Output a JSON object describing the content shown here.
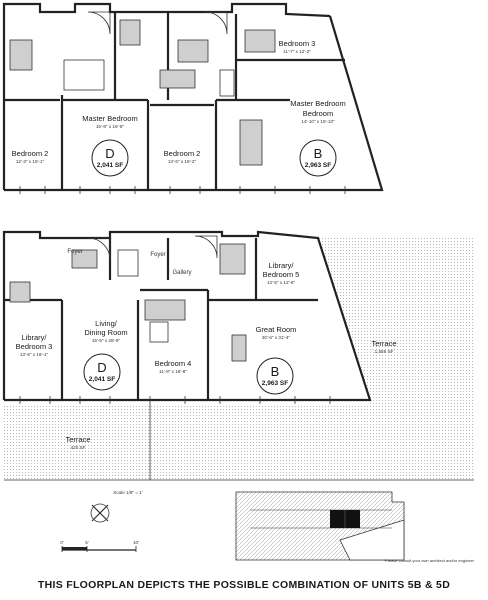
{
  "upper_plan": {
    "rooms": [
      {
        "id": "bedroom-2-left",
        "name": "Bedroom 2",
        "dims": "12'-3\" x 15'-1\""
      },
      {
        "id": "master-bedroom-d",
        "name": "Master Bedroom",
        "dims": "15'-8\" x 16'-8\""
      },
      {
        "id": "bedroom-2-right",
        "name": "Bedroom 2",
        "dims": "13'-6\" x 16'-2\""
      },
      {
        "id": "bedroom-3-top",
        "name": "Bedroom 3",
        "dims": "11'-7\" x 12'-2\""
      },
      {
        "id": "master-bedroom-b",
        "name": "Master Bedroom",
        "dims": "14'-10\" x 15'-10\""
      }
    ],
    "units": [
      {
        "letter": "D",
        "area": "2,041 SF"
      },
      {
        "letter": "B",
        "area": "2,963 SF"
      }
    ]
  },
  "lower_plan": {
    "labels": {
      "foyer_left": "Foyer",
      "foyer_right": "Foyer",
      "gallery": "Gallery"
    },
    "rooms": [
      {
        "id": "library-bedroom-5",
        "name": "Library/",
        "name2": "Bedroom 5",
        "dims": "13'-5\" x 12'-8\""
      },
      {
        "id": "library-bedroom-3",
        "name": "Library/",
        "name2": "Bedroom 3",
        "dims": "13'-6\" x 16'-1\""
      },
      {
        "id": "living-dining",
        "name": "Living/",
        "name2": "Dining Room",
        "dims": "15'-5\" x 28'-9\""
      },
      {
        "id": "bedroom-4",
        "name": "Bedroom 4",
        "dims": "11'-8\" x 18'-8\""
      },
      {
        "id": "great-room",
        "name": "Great Room",
        "dims": "30'-6\" x 31'-4\""
      }
    ],
    "units": [
      {
        "letter": "D",
        "area": "2,041 SF"
      },
      {
        "letter": "B",
        "area": "2,963 SF"
      }
    ],
    "terraces": [
      {
        "name": "Terrace",
        "area": "1,559 SF"
      },
      {
        "name": "Terrace",
        "area": "420 SF"
      }
    ]
  },
  "scale": {
    "text": "Scale 1/8\" = 1'",
    "ticks": [
      "0'",
      "5'",
      "10'"
    ]
  },
  "note": "*Please consult your own architect and/or engineer",
  "caption": "THIS FLOORPLAN DEPICTS THE POSSIBLE COMBINATION OF UNITS 5B & 5D",
  "colors": {
    "ink": "#1a1a1a",
    "hatch": "#9a9a9a",
    "fixture": "#cfcfcf",
    "highlight": "#111111"
  }
}
